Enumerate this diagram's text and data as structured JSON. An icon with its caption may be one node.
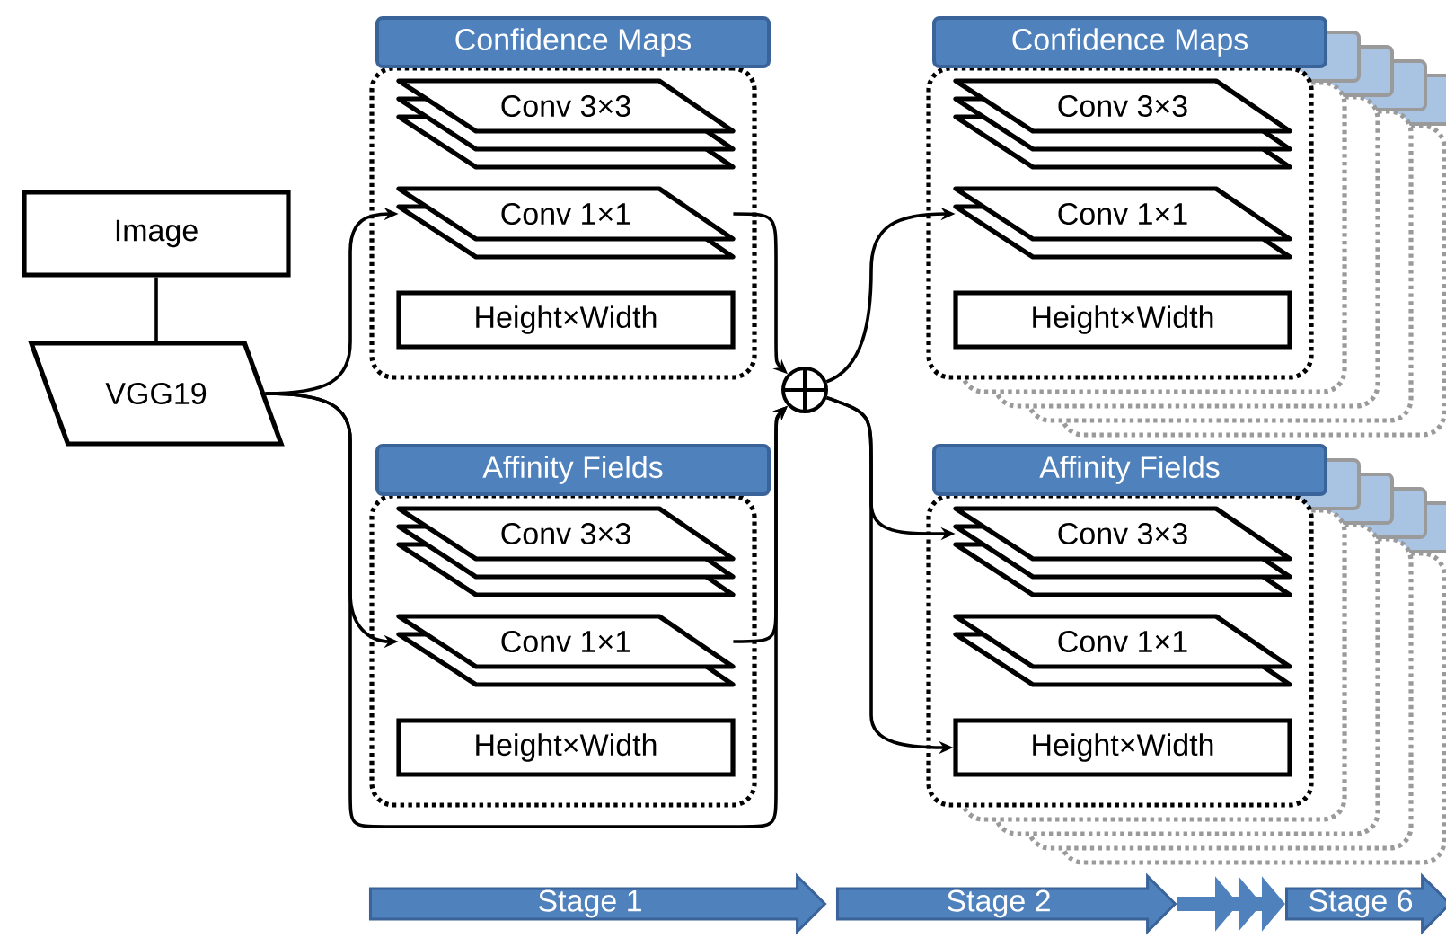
{
  "diagram": {
    "nodes": [
      {
        "text": [
          "Image"
        ]
      },
      {
        "text": [
          "VGG19"
        ]
      },
      {
        "text": [
          "Confidence Maps"
        ]
      },
      {
        "text": [
          "Conv 3×3"
        ],
        "in": 2
      },
      {
        "text": [
          "Conv 1×1"
        ],
        "in": 2
      },
      {
        "text": [
          "Height×Width"
        ],
        "in": 2
      },
      {
        "text": [
          "Affinity Fields"
        ]
      },
      {
        "text": [
          "Conv 3×3"
        ],
        "in": 6
      },
      {
        "text": [
          "Conv 1×1"
        ],
        "in": 6
      },
      {
        "text": [
          "Height×Width"
        ],
        "in": 6
      },
      {
        "text": [],
        "shape": "circle"
      },
      {
        "text": [
          "Confidence Maps"
        ]
      },
      {
        "text": [
          "Conv 3×3"
        ],
        "in": 11
      },
      {
        "text": [
          "Conv 1×1"
        ],
        "in": 11
      },
      {
        "text": [
          "Height×Width"
        ],
        "in": 11
      },
      {
        "text": [
          "Affinity Fields"
        ]
      },
      {
        "text": [
          "Conv 3×3"
        ],
        "in": 15
      },
      {
        "text": [
          "Conv 1×1"
        ],
        "in": 15
      },
      {
        "text": [
          "Height×Width"
        ],
        "in": 15
      },
      {
        "text": [
          "Stage 1"
        ]
      },
      {
        "text": [
          "Stage 2"
        ]
      },
      {
        "text": [
          "Stage 6"
        ]
      }
    ],
    "edges": [
      {
        "from": 0,
        "to": 1,
        "arrow": "none"
      },
      {
        "from": 1,
        "to": 4,
        "arrow": "to"
      },
      {
        "from": 1,
        "to": 8,
        "arrow": "to"
      },
      {
        "from": 1,
        "to": 10,
        "arrow": "to"
      },
      {
        "from": 4,
        "to": 10,
        "arrow": "to"
      },
      {
        "from": 8,
        "to": 10,
        "arrow": "to"
      },
      {
        "from": 10,
        "to": 13,
        "arrow": "to"
      },
      {
        "from": 10,
        "to": 16,
        "arrow": "to"
      },
      {
        "from": 10,
        "to": 18,
        "arrow": "to"
      },
      {
        "from": 20,
        "to": 21,
        "arrow": "to",
        "style": "thick",
        "color": "#4f81bd"
      }
    ]
  }
}
